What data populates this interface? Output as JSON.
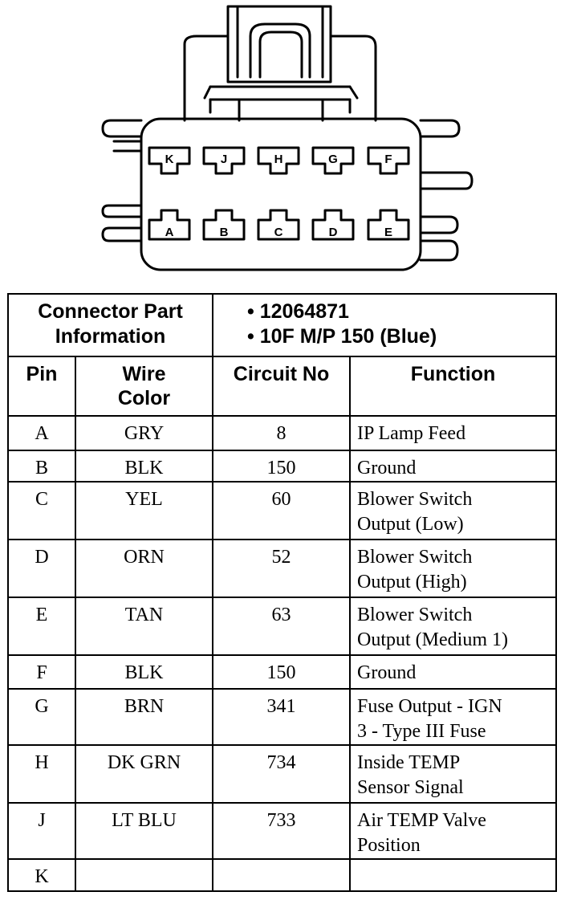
{
  "connector_diagram": {
    "cavities_top": [
      "K",
      "J",
      "H",
      "G",
      "F"
    ],
    "cavities_bottom": [
      "A",
      "B",
      "C",
      "D",
      "E"
    ]
  },
  "table": {
    "part_info_label_line1": "Connector Part",
    "part_info_label_line2": "Information",
    "part_numbers": [
      "12064871",
      "10F M/P 150 (Blue)"
    ],
    "headers": {
      "pin": "Pin",
      "wire_color_line1": "Wire",
      "wire_color_line2": "Color",
      "circuit_no": "Circuit No",
      "function": "Function"
    },
    "rows": [
      {
        "pin": "A",
        "wire_color": "GRY",
        "circuit": "8",
        "function_line1": "IP Lamp Feed",
        "function_line2": ""
      },
      {
        "pin": "B",
        "wire_color": "BLK",
        "circuit": "150",
        "function_line1": "Ground",
        "function_line2": ""
      },
      {
        "pin": "C",
        "wire_color": "YEL",
        "circuit": "60",
        "function_line1": "Blower Switch",
        "function_line2": "Output (Low)"
      },
      {
        "pin": "D",
        "wire_color": "ORN",
        "circuit": "52",
        "function_line1": "Blower Switch",
        "function_line2": "Output (High)"
      },
      {
        "pin": "E",
        "wire_color": "TAN",
        "circuit": "63",
        "function_line1": "Blower Switch",
        "function_line2": "Output (Medium 1)"
      },
      {
        "pin": "F",
        "wire_color": "BLK",
        "circuit": "150",
        "function_line1": "Ground",
        "function_line2": ""
      },
      {
        "pin": "G",
        "wire_color": "BRN",
        "circuit": "341",
        "function_line1": "Fuse Output - IGN",
        "function_line2": "3 - Type III Fuse"
      },
      {
        "pin": "H",
        "wire_color": "DK GRN",
        "circuit": "734",
        "function_line1": "Inside TEMP",
        "function_line2": "Sensor Signal"
      },
      {
        "pin": "J",
        "wire_color": "LT BLU",
        "circuit": "733",
        "function_line1": "Air TEMP Valve",
        "function_line2": "Position"
      },
      {
        "pin": "K",
        "wire_color": "",
        "circuit": "",
        "function_line1": "",
        "function_line2": ""
      }
    ]
  }
}
